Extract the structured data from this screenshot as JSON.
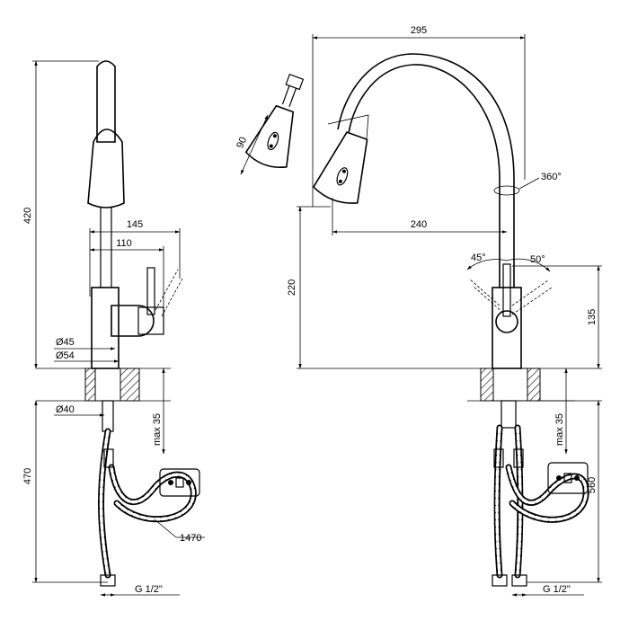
{
  "drawing": {
    "dimensions": {
      "total_height_left": "420",
      "spout_reach_145": "145",
      "lever_reach_110": "110",
      "dia_45": "Ø45",
      "dia_54": "Ø54",
      "dia_40": "Ø40",
      "max_thickness_left": "max 35",
      "hose_length_470": "470",
      "hose_total_1470": "1470",
      "thread_left": "G 1/2\"",
      "head_length_90": "90",
      "overall_width_295": "295",
      "spout_reach_240": "240",
      "spout_height_220": "220",
      "lever_height_135": "135",
      "rotation_360": "360°",
      "angle_45": "45°",
      "angle_50": "50°",
      "max_thickness_right": "max 35",
      "hose_length_560": "560",
      "thread_right": "G 1/2\""
    }
  }
}
